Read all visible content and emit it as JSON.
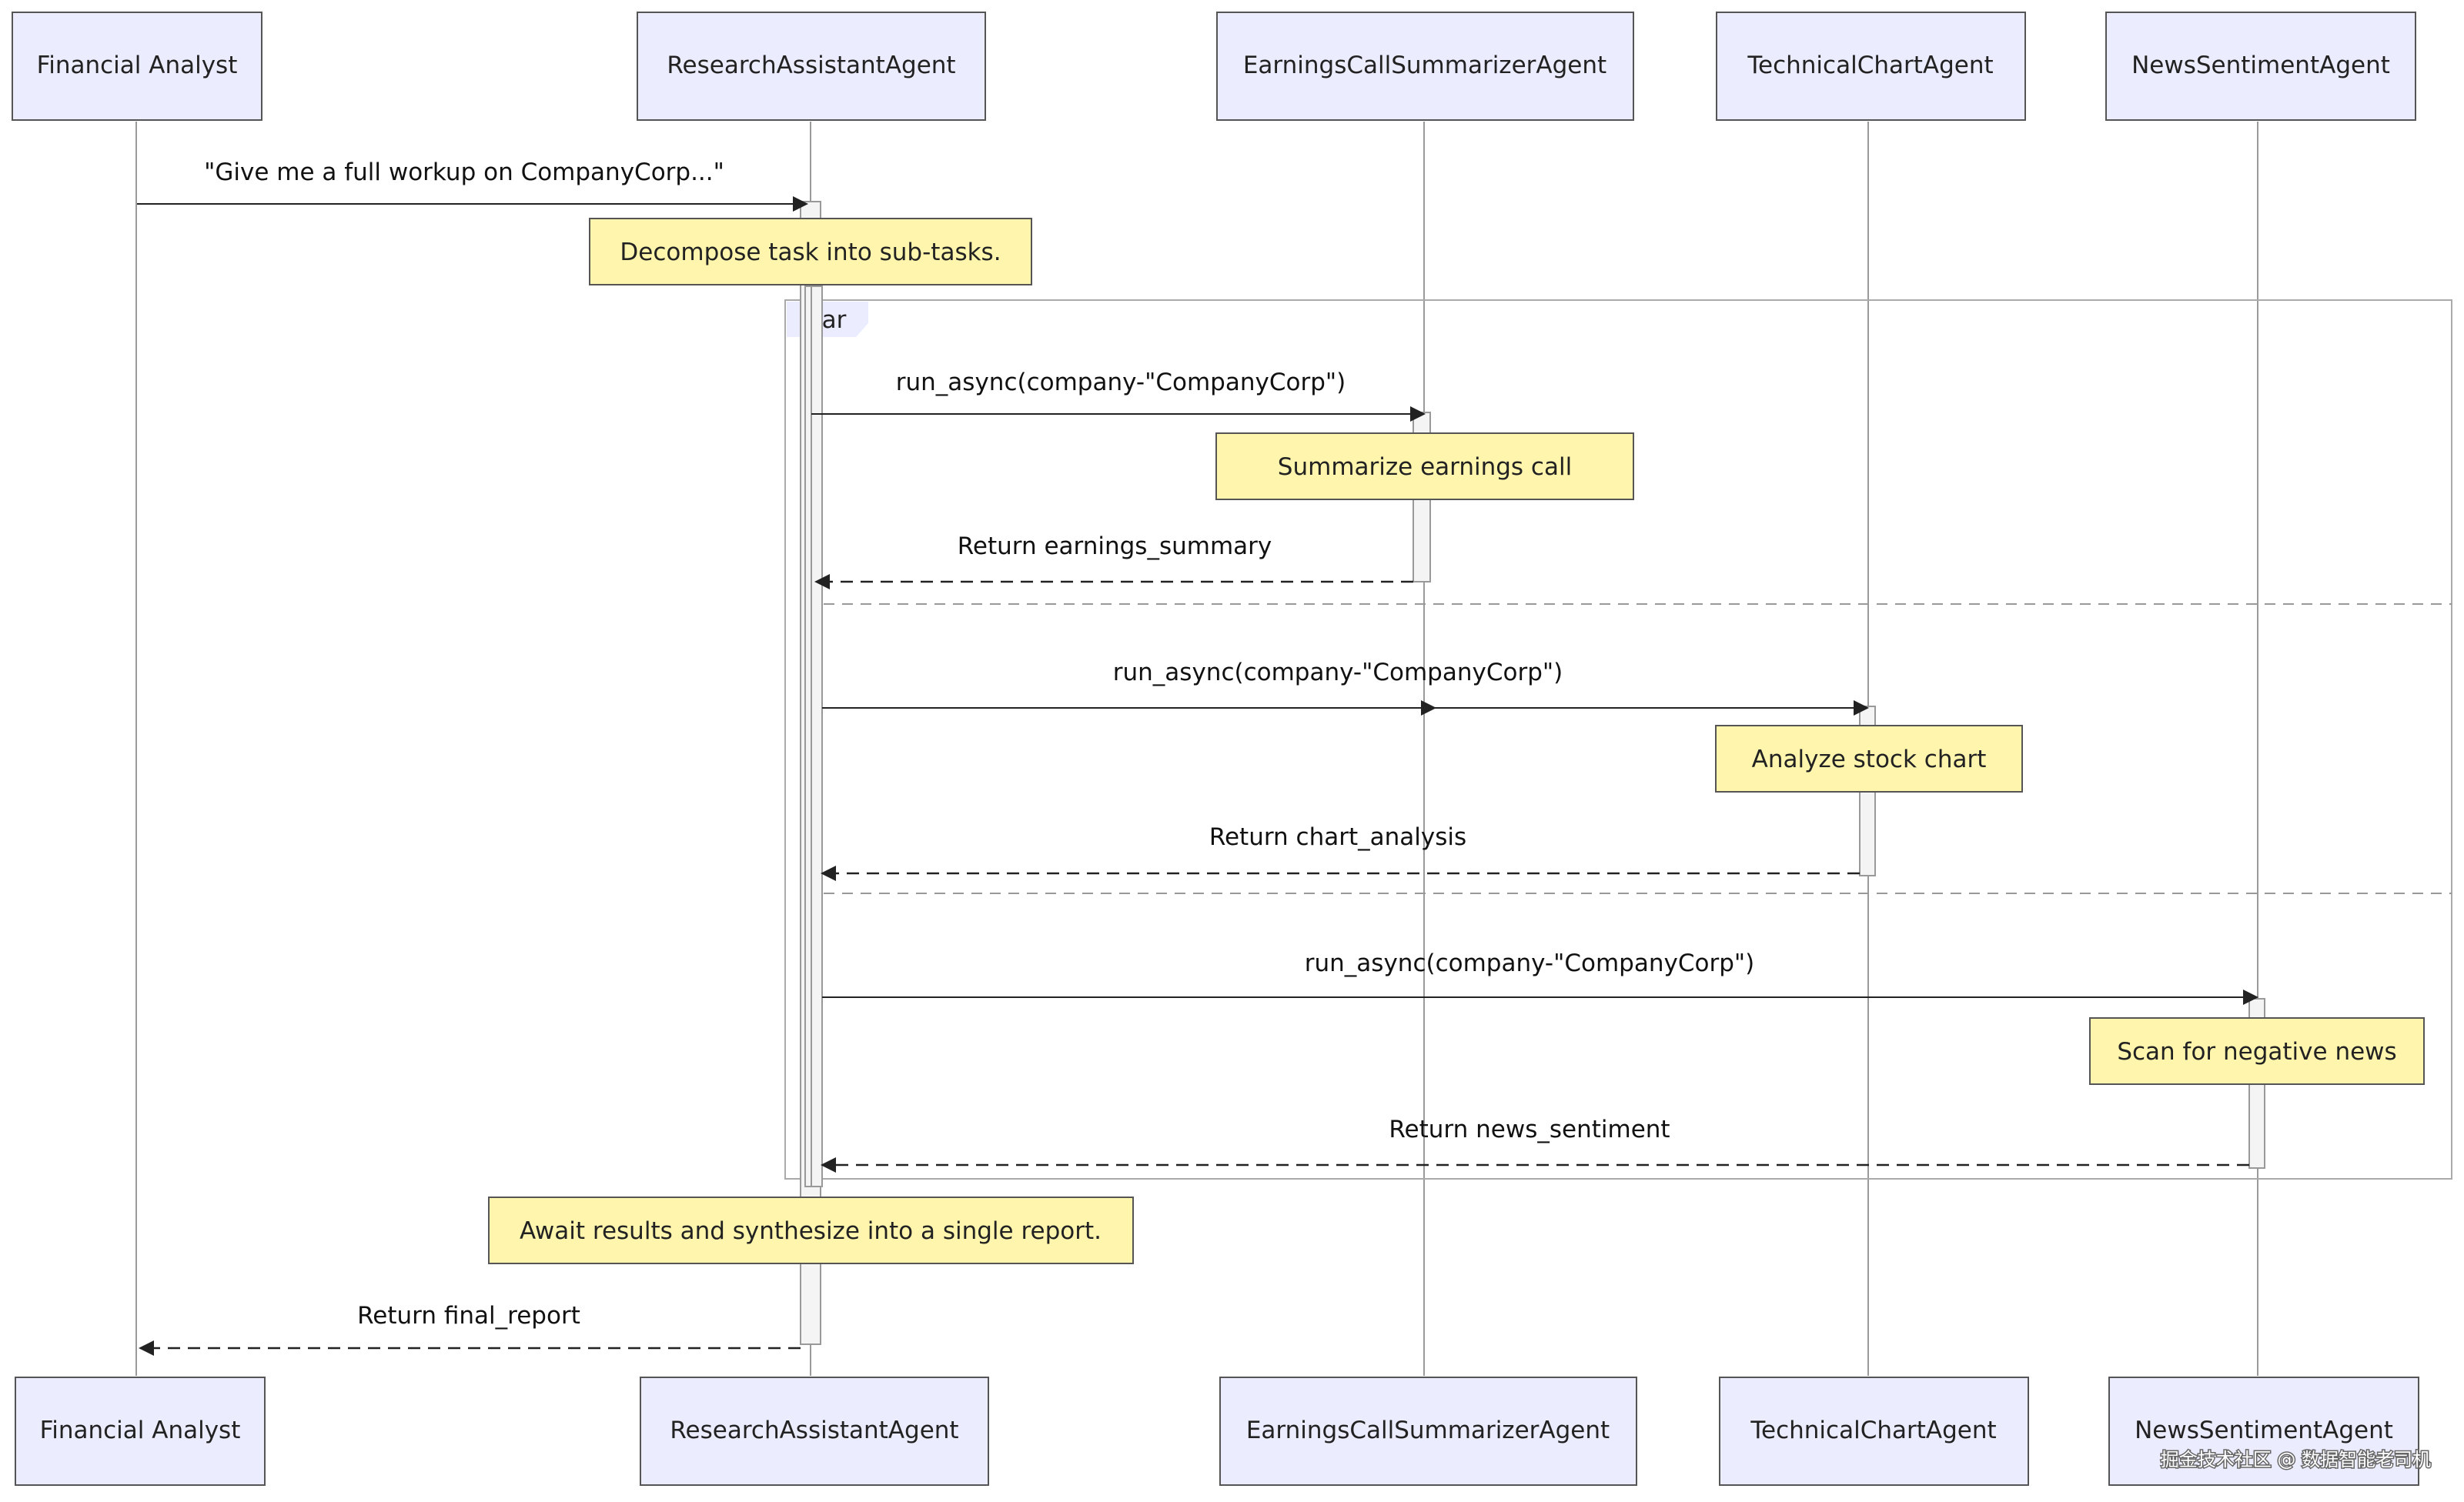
{
  "participants": [
    {
      "id": "fa",
      "label": "Financial Analyst"
    },
    {
      "id": "ra",
      "label": "ResearchAssistantAgent"
    },
    {
      "id": "ec",
      "label": "EarningsCallSummarizerAgent"
    },
    {
      "id": "tc",
      "label": "TechnicalChartAgent"
    },
    {
      "id": "ns",
      "label": "NewsSentimentAgent"
    }
  ],
  "messages": [
    {
      "from": "fa",
      "to": "ra",
      "label": "\"Give me a full workup on CompanyCorp...\"",
      "style": "solid"
    },
    {
      "from": "ra",
      "to": "ec",
      "label": "run_async(company-\"CompanyCorp\")",
      "style": "solid"
    },
    {
      "from": "ec",
      "to": "ra",
      "label": "Return earnings_summary",
      "style": "dashed"
    },
    {
      "from": "ra",
      "to": "tc",
      "label": "run_async(company-\"CompanyCorp\")",
      "style": "solid"
    },
    {
      "from": "tc",
      "to": "ra",
      "label": "Return chart_analysis",
      "style": "dashed"
    },
    {
      "from": "ra",
      "to": "ns",
      "label": "run_async(company-\"CompanyCorp\")",
      "style": "solid"
    },
    {
      "from": "ns",
      "to": "ra",
      "label": "Return news_sentiment",
      "style": "dashed"
    },
    {
      "from": "ra",
      "to": "fa",
      "label": "Return final_report",
      "style": "dashed"
    }
  ],
  "notes": [
    {
      "over": "ra",
      "text": "Decompose task into sub-tasks."
    },
    {
      "over": "ec",
      "text": "Summarize earnings call"
    },
    {
      "over": "tc",
      "text": "Analyze stock chart"
    },
    {
      "over": "ns",
      "text": "Scan for negative news"
    },
    {
      "over": "ra",
      "text": "Await results and synthesize into a single report."
    }
  ],
  "frame": {
    "label": "par"
  },
  "watermark": "掘金技术社区 @ 数据智能老司机",
  "colors": {
    "actor_fill": "#ECECFF",
    "note_fill": "#FFF5AD",
    "line": "#333333"
  }
}
